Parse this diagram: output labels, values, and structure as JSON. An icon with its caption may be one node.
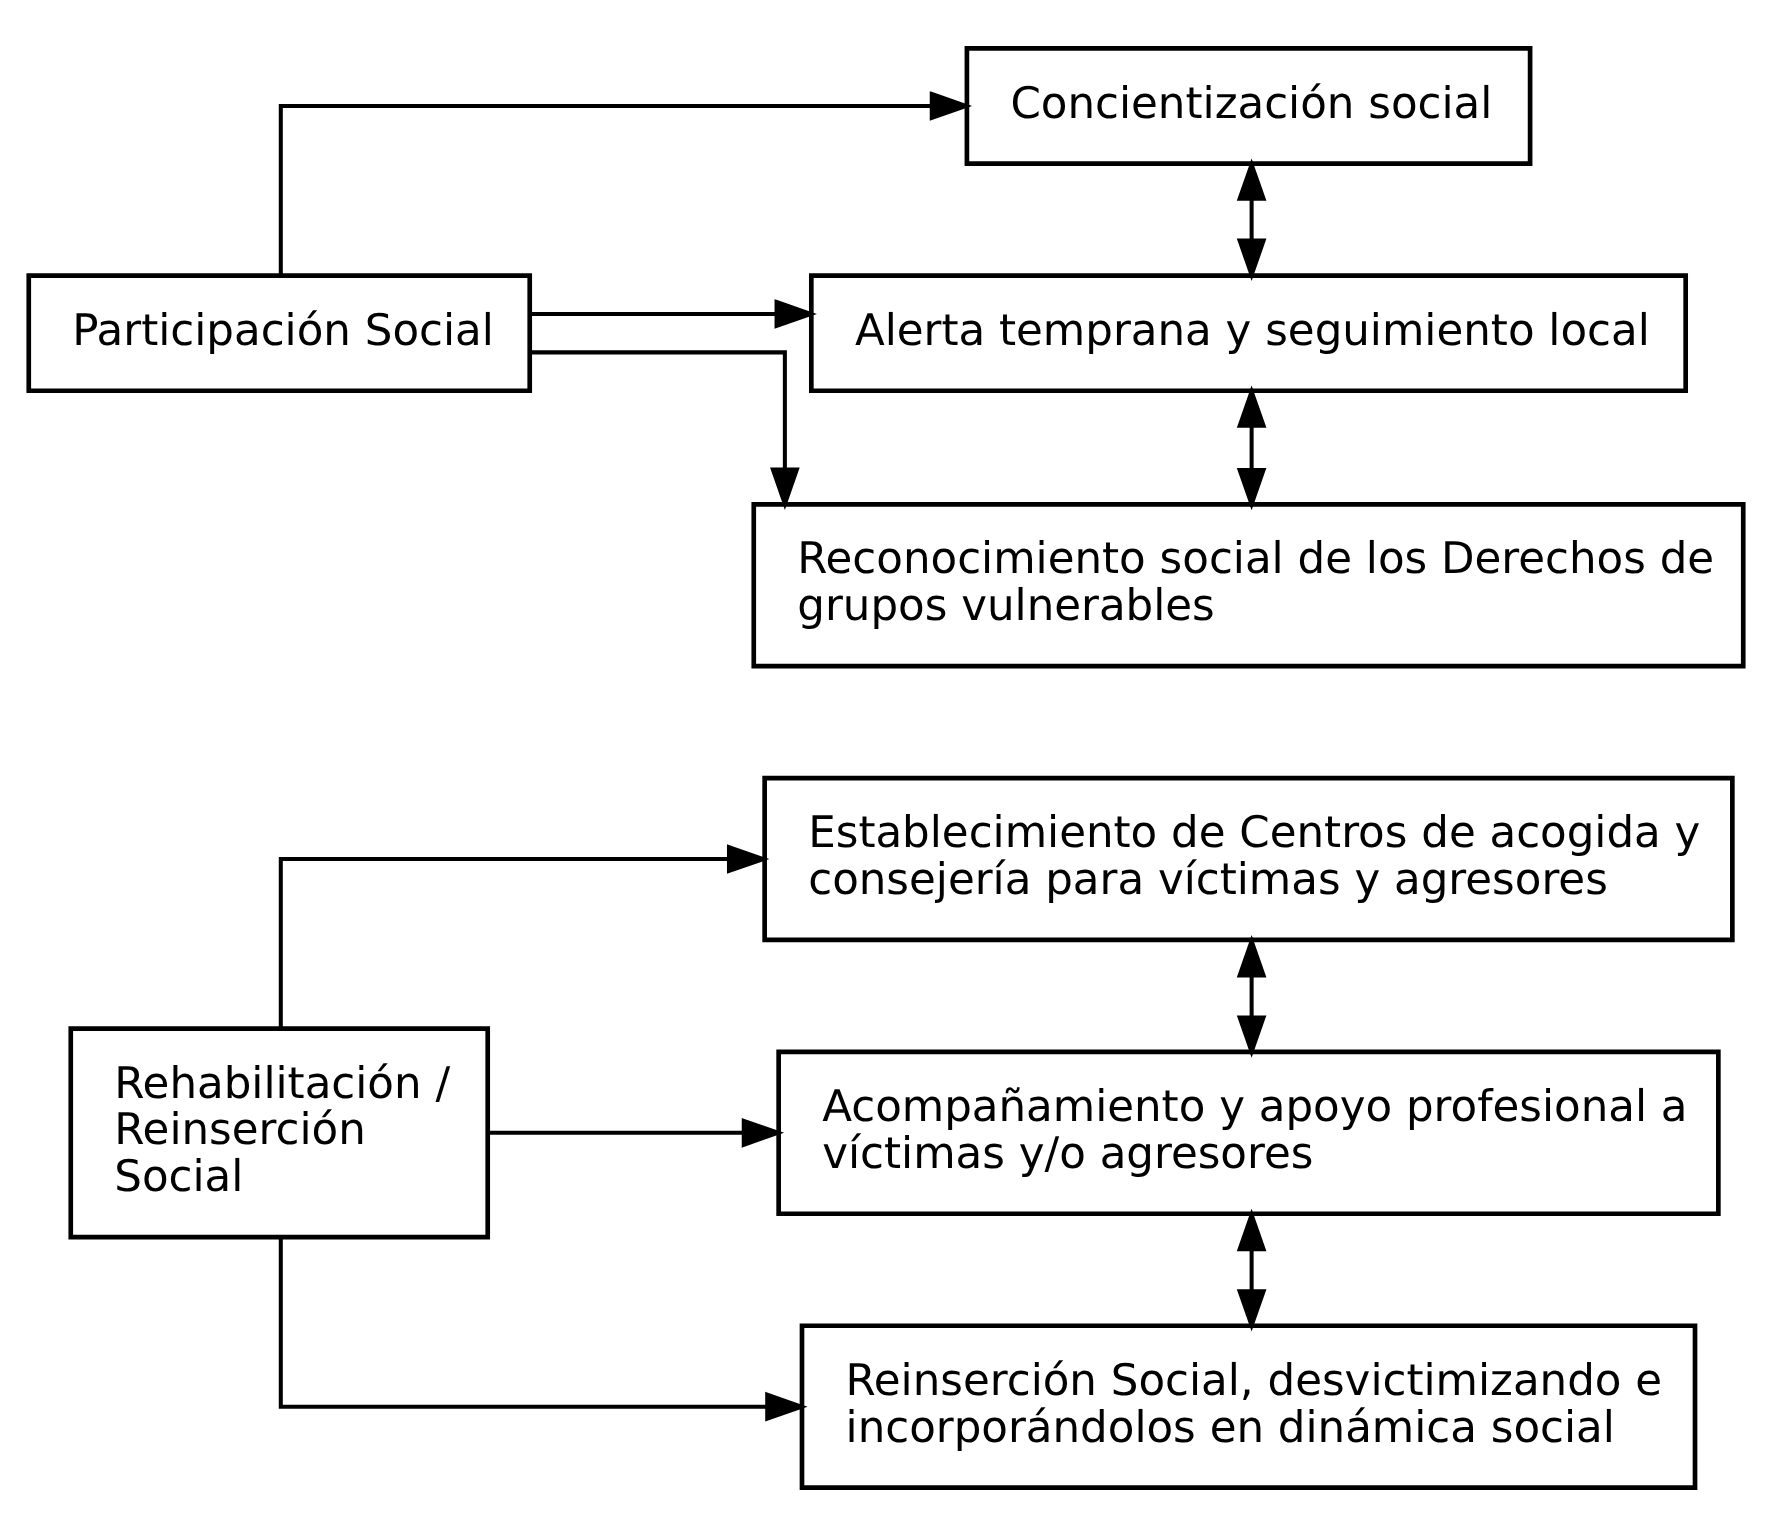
{
  "diagram": {
    "nodes": [
      {
        "text": [
          "Rehabilitación / Reinserción Social"
        ]
      },
      {
        "text": [
          "Establecimiento de Centros de acogida y consejería para víctimas y agresores"
        ]
      },
      {
        "text": [
          "Acompañamiento y apoyo profesional a víctimas y/o agresores"
        ]
      },
      {
        "text": [
          "Reinserción Social, desvictimizando e incorporándolos en dinámica social"
        ]
      },
      {
        "text": [
          "Participación Social"
        ]
      },
      {
        "text": [
          "Concientización social"
        ]
      },
      {
        "text": [
          "Alerta temprana y seguimiento local"
        ]
      },
      {
        "text": [
          "Reconocimiento social de los Derechos de grupos vulnerables"
        ]
      }
    ],
    "edges": [
      {
        "from": 0,
        "to": 1,
        "arrow": "to"
      },
      {
        "from": 0,
        "to": 2,
        "arrow": "to"
      },
      {
        "from": 0,
        "to": 3,
        "arrow": "to"
      },
      {
        "from": 1,
        "to": 2,
        "arrow": "both"
      },
      {
        "from": 2,
        "to": 3,
        "arrow": "both"
      },
      {
        "from": 4,
        "to": 5,
        "arrow": "to"
      },
      {
        "from": 4,
        "to": 6,
        "arrow": "to"
      },
      {
        "from": 4,
        "to": 7,
        "arrow": "to"
      },
      {
        "from": 5,
        "to": 6,
        "arrow": "both"
      },
      {
        "from": 6,
        "to": 7,
        "arrow": "both"
      }
    ]
  }
}
